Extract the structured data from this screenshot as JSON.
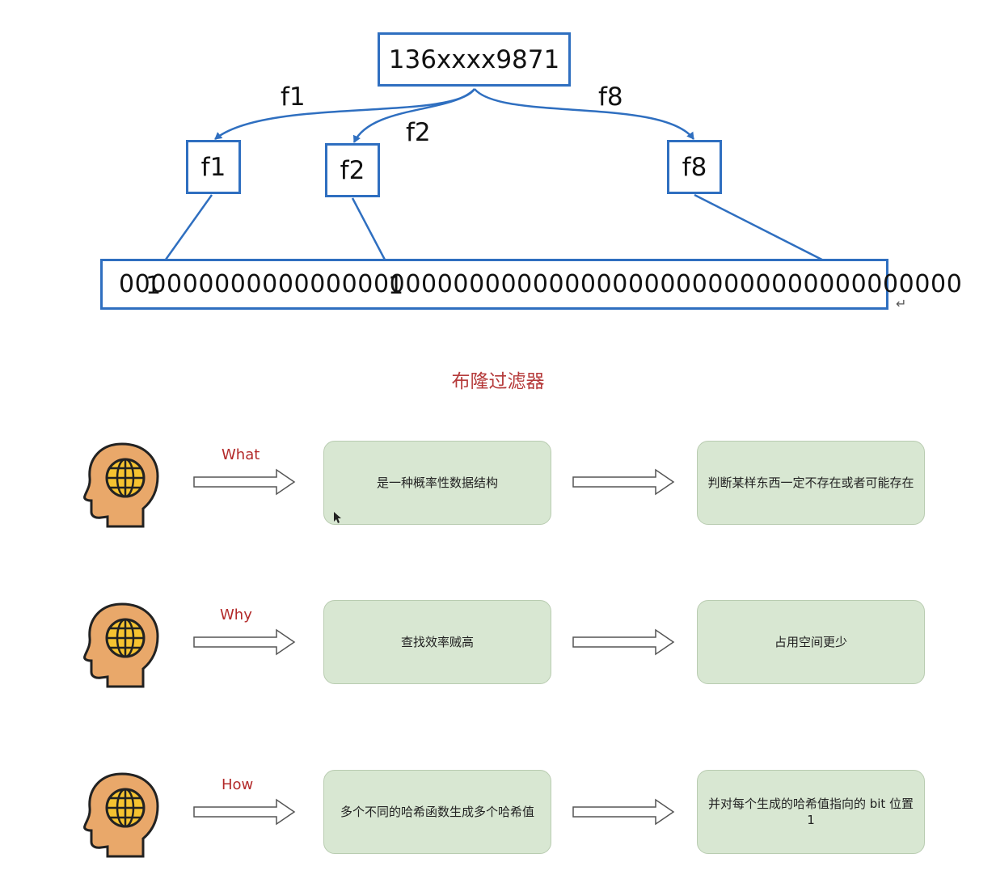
{
  "diagram": {
    "root": "136xxxx9871",
    "edges": [
      {
        "label": "f1"
      },
      {
        "label": "f2"
      },
      {
        "label": "f8"
      }
    ],
    "hash_boxes": [
      "f1",
      "f2",
      "f8"
    ],
    "bit_array": "00000000000000000000000000000000000000000000000000000",
    "bit_marker": "1",
    "return_mark": "↵"
  },
  "title": "布隆过滤器",
  "rows": [
    {
      "question": "What",
      "left": "是一种概率性数据结构",
      "right": "判断某样东西一定不存在或者可能存在",
      "icon": "head-globe-icon"
    },
    {
      "question": "Why",
      "left": "查找效率贼高",
      "right": "占用空间更少",
      "icon": "head-globe-icon"
    },
    {
      "question": "How",
      "left": "多个不同的哈希函数生成多个哈希值",
      "right": "并对每个生成的哈希值指向的 bit 位置 1",
      "icon": "head-globe-icon"
    }
  ],
  "colors": {
    "box_border": "#2f6fc0",
    "title": "#b53a3a",
    "card_fill": "#d8e7d2",
    "head_fill": "#e9a86a"
  }
}
